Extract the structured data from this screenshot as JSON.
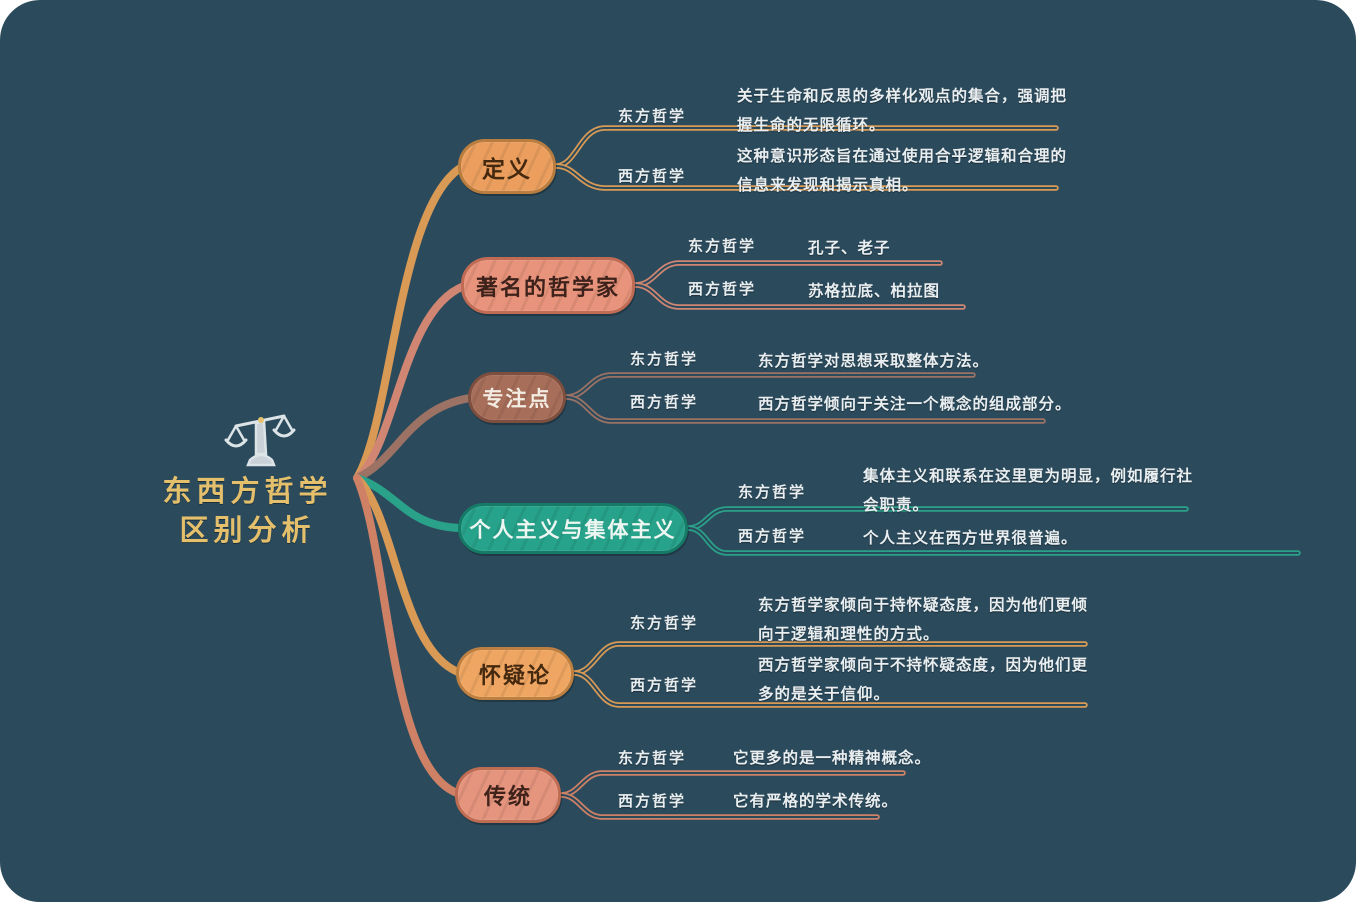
{
  "theme": {
    "background": "#2b4b5d",
    "frame": "#ffffff",
    "root_title_color": "#e4c06c",
    "label_color": "#e9eef0",
    "icon_stroke": "#dde4e8",
    "icon_fill": "#c9d2d8",
    "icon_pivot": "#e6c26f"
  },
  "root": {
    "icon": "balance-scale-icon",
    "title_line1": "东西方哲学",
    "title_line2": "区别分析"
  },
  "branches": [
    {
      "label": "定义",
      "node_color": "#eb9e5e",
      "border_color": "#b97e3f",
      "text_color": "#45290f",
      "line_color": "#d99a55",
      "children": [
        {
          "side": "东方哲学",
          "text": "关于生命和反思的多样化观点的集合，强调把握生命的无限循环。"
        },
        {
          "side": "西方哲学",
          "text": "这种意识形态旨在通过使用合乎逻辑和合理的信息来发现和揭示真相。"
        }
      ]
    },
    {
      "label": "著名的哲学家",
      "node_color": "#e8937b",
      "border_color": "#c06c55",
      "text_color": "#3d221b",
      "line_color": "#d08672",
      "children": [
        {
          "side": "东方哲学",
          "text": "孔子、老子"
        },
        {
          "side": "西方哲学",
          "text": "苏格拉底、柏拉图"
        }
      ]
    },
    {
      "label": "专注点",
      "node_color": "#a76e59",
      "border_color": "#7e4f3e",
      "text_color": "#f3ece2",
      "line_color": "#9b7264",
      "children": [
        {
          "side": "东方哲学",
          "text": "东方哲学对思想采取整体方法。"
        },
        {
          "side": "西方哲学",
          "text": "西方哲学倾向于关注一个概念的组成部分。"
        }
      ]
    },
    {
      "label": "个人主义与集体主义",
      "node_color": "#27a28b",
      "border_color": "#157a66",
      "text_color": "#eef6f2",
      "line_color": "#2aa189",
      "children": [
        {
          "side": "东方哲学",
          "text": "集体主义和联系在这里更为明显，例如履行社会职责。"
        },
        {
          "side": "西方哲学",
          "text": "个人主义在西方世界很普遍。"
        }
      ]
    },
    {
      "label": "怀疑论",
      "node_color": "#efa662",
      "border_color": "#bd8040",
      "text_color": "#45290f",
      "line_color": "#d99a55",
      "children": [
        {
          "side": "东方哲学",
          "text": "东方哲学家倾向于持怀疑态度，因为他们更倾向于逻辑和理性的方式。"
        },
        {
          "side": "西方哲学",
          "text": "西方哲学家倾向于不持怀疑态度，因为他们更多的是关于信仰。"
        }
      ]
    },
    {
      "label": "传统",
      "node_color": "#e5947e",
      "border_color": "#bf6d52",
      "text_color": "#3f221a",
      "line_color": "#cf8166",
      "children": [
        {
          "side": "东方哲学",
          "text": "它更多的是一种精神概念。"
        },
        {
          "side": "西方哲学",
          "text": "它有严格的学术传统。"
        }
      ]
    }
  ]
}
